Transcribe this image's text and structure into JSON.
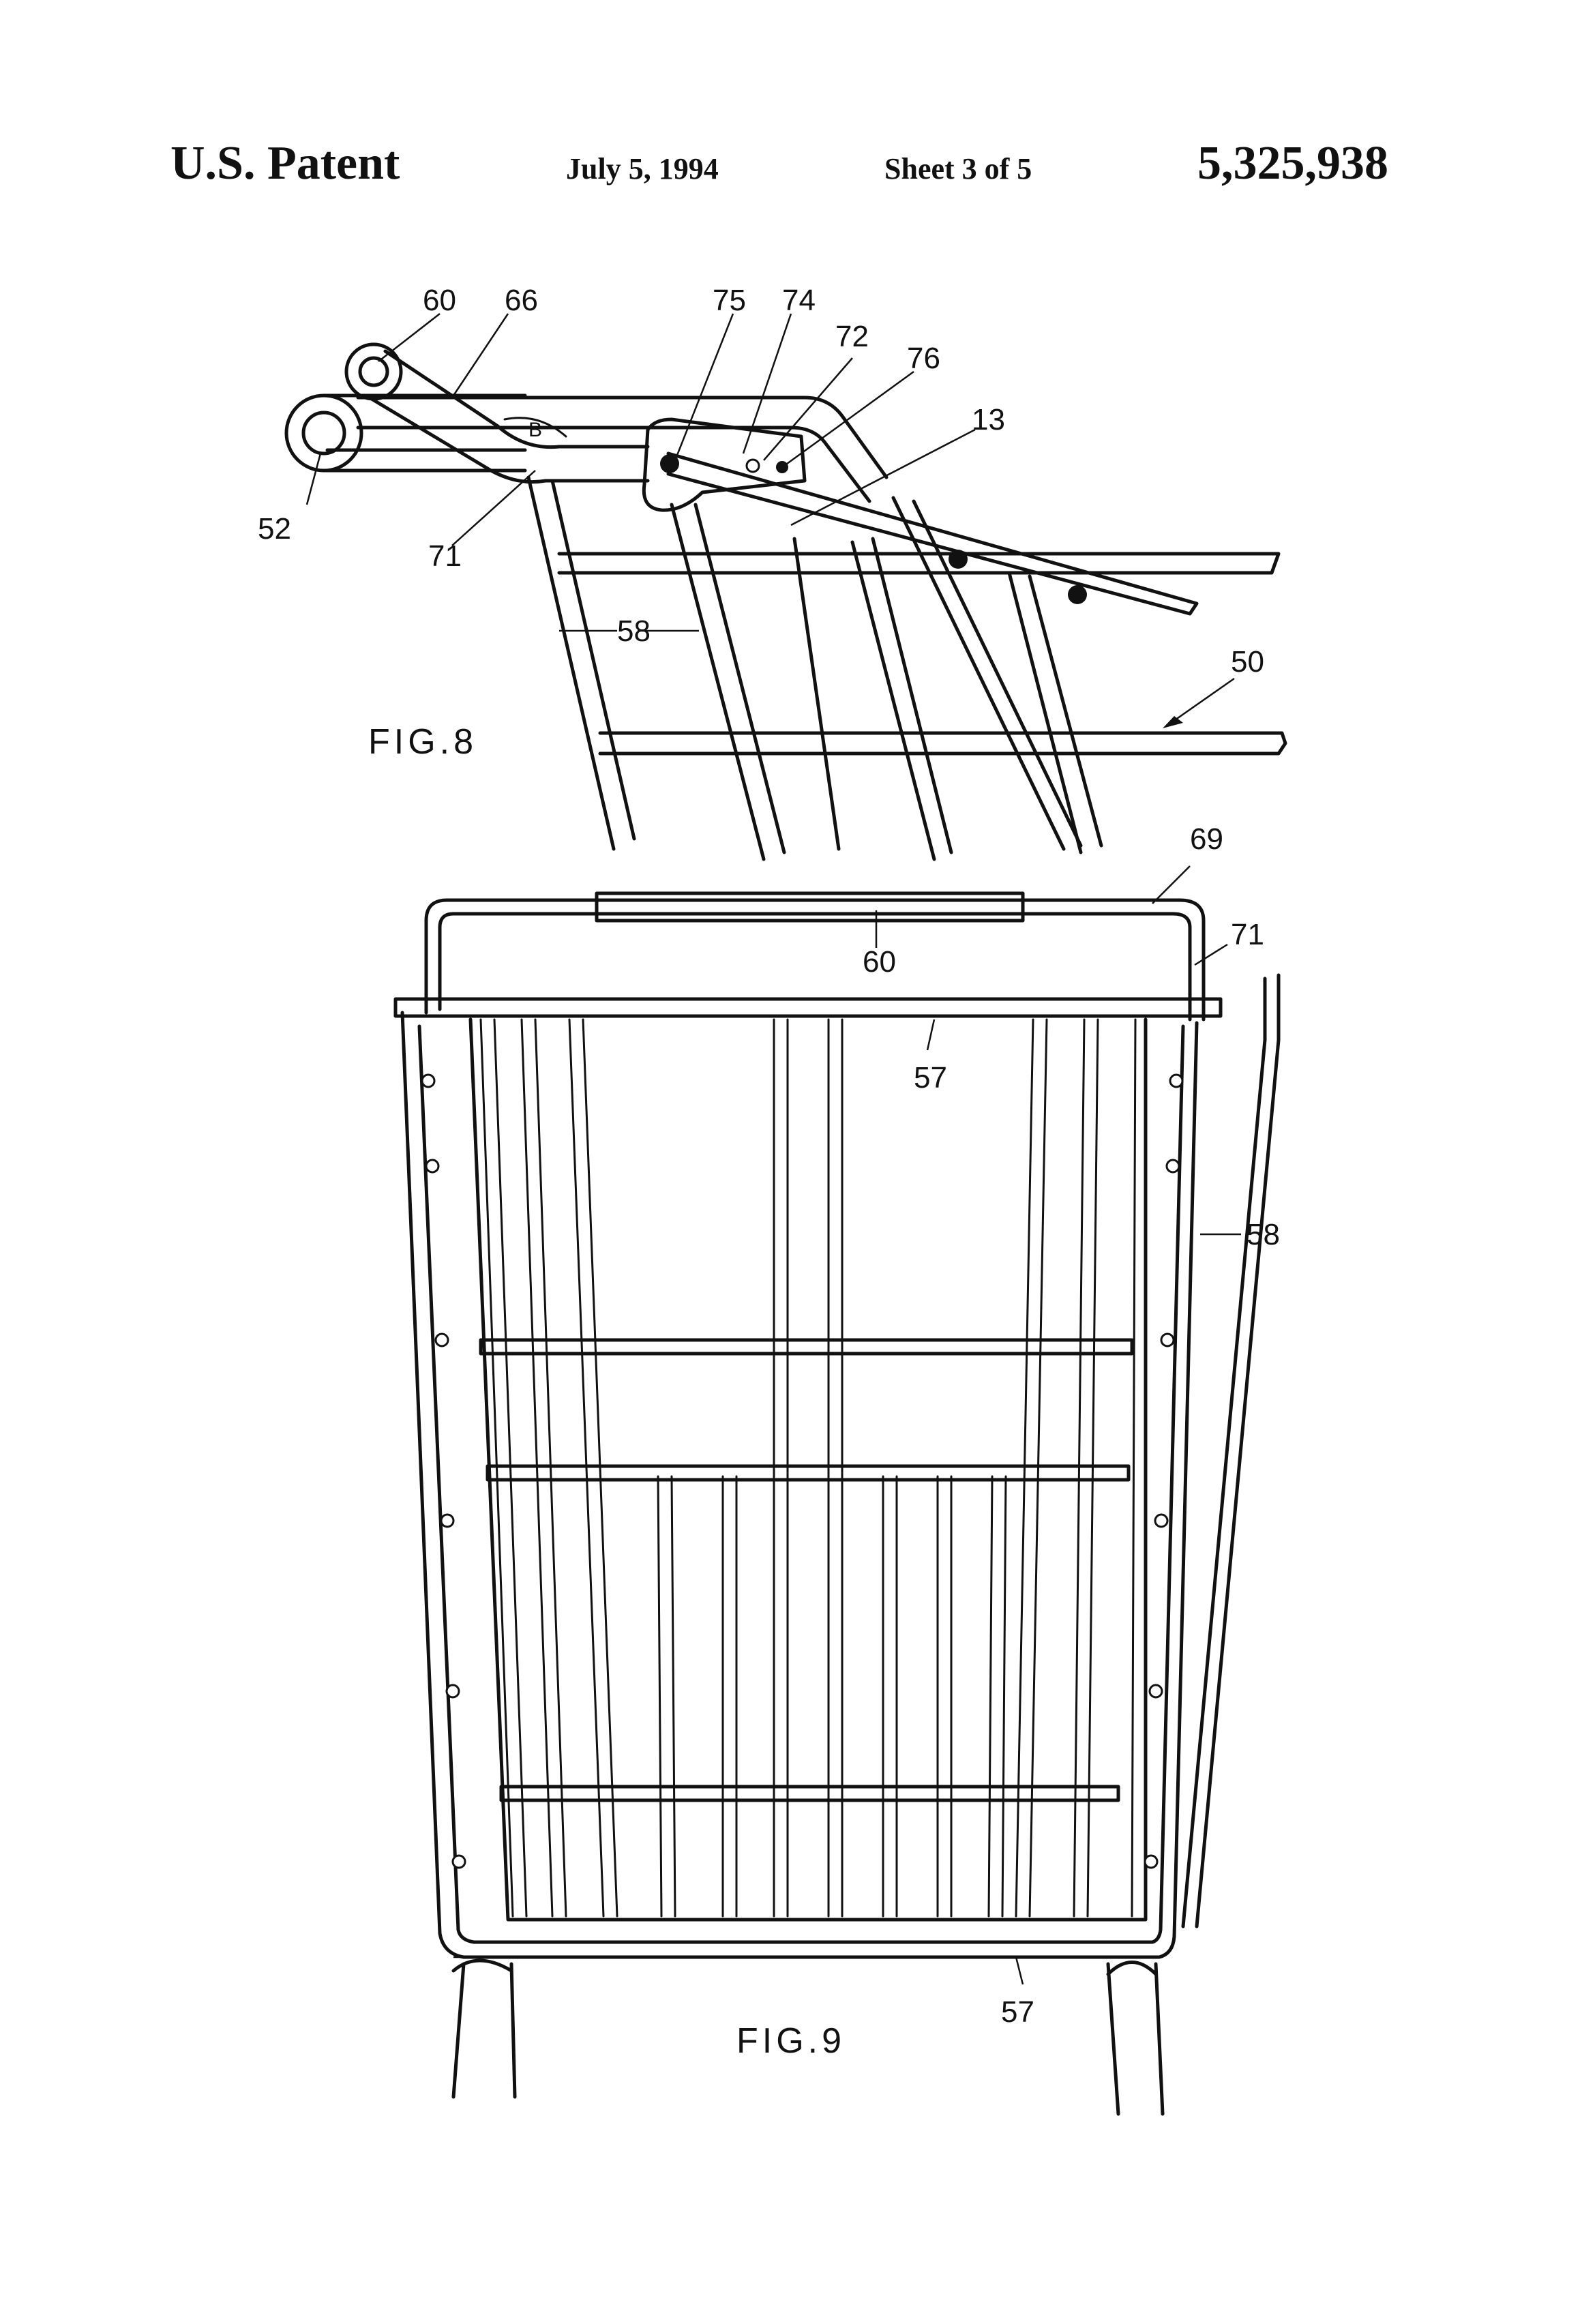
{
  "header": {
    "title": "U.S. Patent",
    "date": "July 5, 1994",
    "sheet": "Sheet 3 of 5",
    "patent_number": "5,325,938"
  },
  "fig8": {
    "caption": "FIG.8",
    "labels": {
      "l60": "60",
      "l66": "66",
      "l75": "75",
      "l74": "74",
      "l72": "72",
      "l76": "76",
      "l13": "13",
      "l52": "52",
      "l71": "71",
      "l58": "58",
      "l50": "50",
      "lB": "B"
    }
  },
  "fig9": {
    "caption": "FIG.9",
    "labels": {
      "l69": "69",
      "l71": "71",
      "l60": "60",
      "l57top": "57",
      "l58": "58",
      "l57bottom": "57"
    }
  },
  "colors": {
    "ink": "#111111",
    "paper": "#ffffff"
  }
}
